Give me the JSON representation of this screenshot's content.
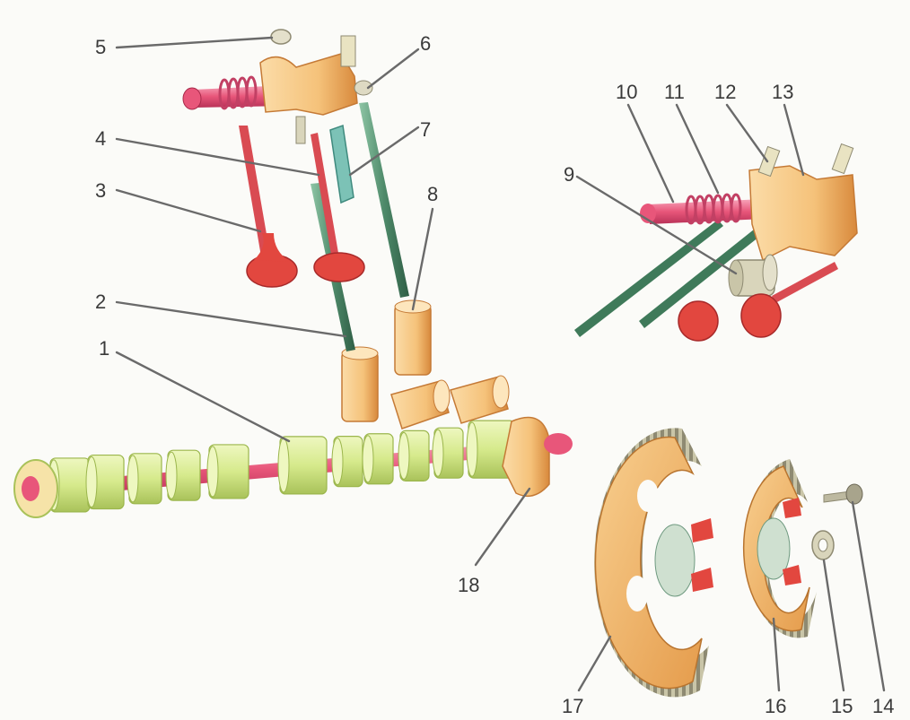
{
  "colors": {
    "background": "#fbfbf8",
    "cam_green": "#d6ea8c",
    "cam_green_dark": "#a9c25a",
    "pink": "#e8567a",
    "orange": "#f5c27a",
    "orange_dark": "#d8893c",
    "rod_green": "#4e8a6a",
    "valve_red": "#e2473f",
    "gear_orange": "#f3b66a",
    "bolt_gray": "#9a9a8a",
    "label": "#3a3a3a",
    "leader": "#6a6a6a"
  },
  "labels": [
    {
      "id": "1",
      "text": "1"
    },
    {
      "id": "2",
      "text": "2"
    },
    {
      "id": "3",
      "text": "3"
    },
    {
      "id": "4",
      "text": "4"
    },
    {
      "id": "5",
      "text": "5"
    },
    {
      "id": "6",
      "text": "6"
    },
    {
      "id": "7",
      "text": "7"
    },
    {
      "id": "8",
      "text": "8"
    },
    {
      "id": "9",
      "text": "9"
    },
    {
      "id": "10",
      "text": "10"
    },
    {
      "id": "11",
      "text": "11"
    },
    {
      "id": "12",
      "text": "12"
    },
    {
      "id": "13",
      "text": "13"
    },
    {
      "id": "14",
      "text": "14"
    },
    {
      "id": "15",
      "text": "15"
    },
    {
      "id": "16",
      "text": "16"
    },
    {
      "id": "17",
      "text": "17"
    },
    {
      "id": "18",
      "text": "18"
    }
  ]
}
